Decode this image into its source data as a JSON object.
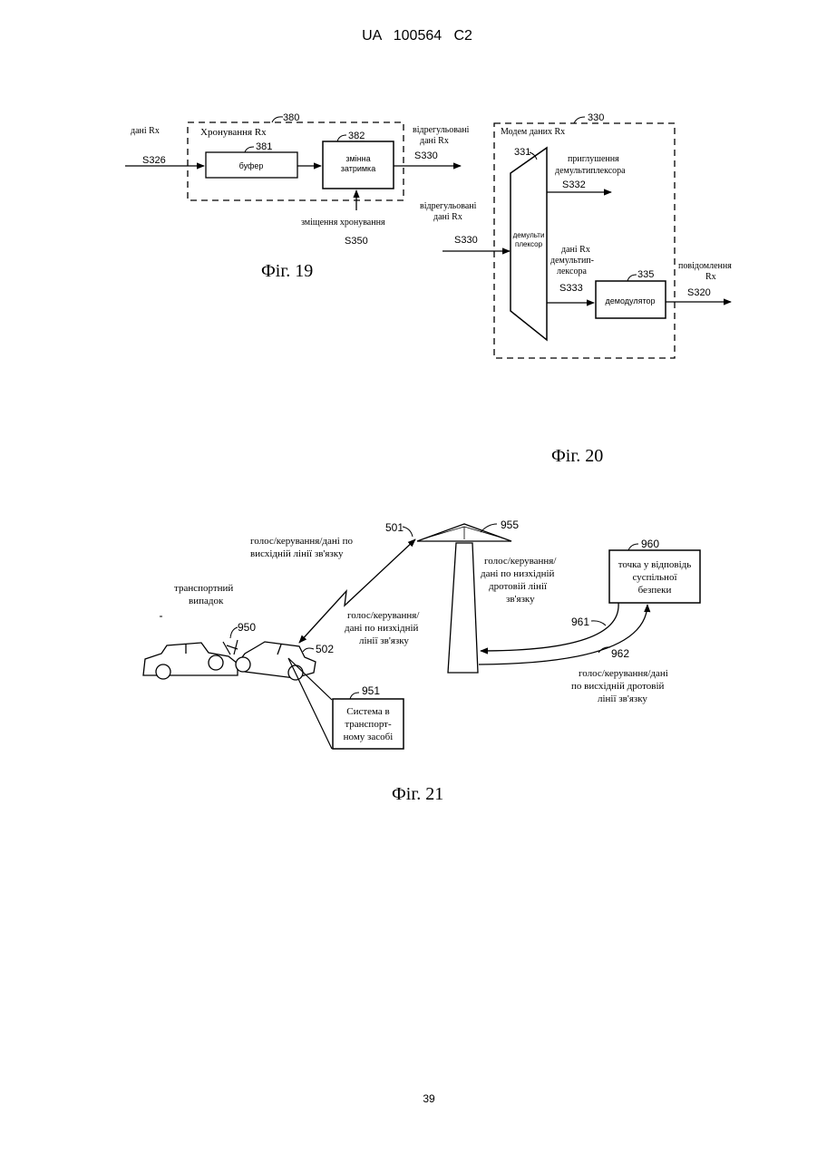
{
  "header": {
    "patent_number": "UA   100564   C2"
  },
  "fig19": {
    "caption": "Фіг. 19",
    "input_label": "дані Rx",
    "input_signal": "S326",
    "group_label": "Хронування Rx",
    "group_ref": "380",
    "buffer_ref": "381",
    "buffer_label": "буфер",
    "delay_ref": "382",
    "delay_label_1": "змінна",
    "delay_label_2": "затримка",
    "output_label_1": "відрегульовані",
    "output_label_2": "дані Rx",
    "output_signal": "S330",
    "offset_label": "зміщення хронування",
    "offset_signal": "S350"
  },
  "fig20": {
    "caption": "Фіг. 20",
    "group_label": "Модем даних Rx",
    "group_ref": "330",
    "input_label_1": "відрегульовані",
    "input_label_2": "дані Rx",
    "input_signal": "S330",
    "demux_ref": "331",
    "demux_label_1": "демульти",
    "demux_label_2": "плексор",
    "mute_label_1": "приглушення",
    "mute_label_2": "демультиплексора",
    "mute_signal": "S332",
    "data_label_1": "дані Rx",
    "data_label_2": "демультип-",
    "data_label_3": "лексора",
    "data_signal": "S333",
    "demod_ref": "335",
    "demod_label": "демодулятор",
    "output_label_1": "повідомлення",
    "output_label_2": "Rx",
    "output_signal": "S320"
  },
  "fig21": {
    "caption": "Фіг. 21",
    "uplink_label_1": "голос/керування/дані по",
    "uplink_label_2": "висхідній лінії зв'язку",
    "uplink_ref": "501",
    "tower_ref": "955",
    "downlink_wired_1": "голос/керування/",
    "downlink_wired_2": "дані по низхідній",
    "downlink_wired_3": "дротовій лінії",
    "downlink_wired_4": "зв'язку",
    "psap_ref": "960",
    "psap_label_1": "точка у відповідь",
    "psap_label_2": "суспільної",
    "psap_label_3": "безпеки",
    "accident_label_1": "транспортний",
    "accident_label_2": "випадок",
    "accident_ref": "950",
    "downlink_label_1": "голос/керування/",
    "downlink_label_2": "дані по низхідній",
    "downlink_label_3": "лінії зв'язку",
    "vehicle_ref": "502",
    "link_961": "961",
    "link_962": "962",
    "uplink_wired_1": "голос/керування/дані",
    "uplink_wired_2": "по висхідній дротовій",
    "uplink_wired_3": "лінії зв'язку",
    "system_ref": "951",
    "system_label_1": "Система в",
    "system_label_2": "транспорт-",
    "system_label_3": "ному засобі"
  },
  "footer": {
    "page_number": "39"
  }
}
